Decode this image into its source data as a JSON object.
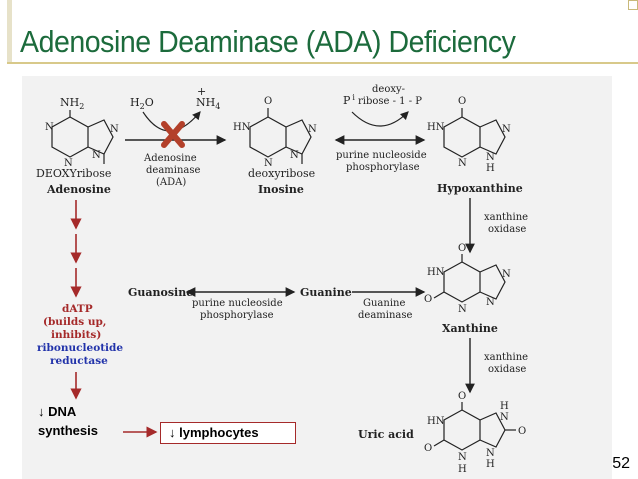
{
  "slide": {
    "title": "Adenosine Deaminase (ADA) Deficiency",
    "page_number": "52"
  },
  "colors": {
    "title": "#1c6b3c",
    "block_x": "#b3402a",
    "red_pathway": "#a52a2a",
    "enzyme_blue": "#2233aa"
  },
  "diagram": {
    "adenosine": {
      "label": "Adenosine",
      "sugar": "DEOXYribose",
      "group": "NH",
      "group_sub": "2"
    },
    "reaction1": {
      "water": "H",
      "water_sub": "2",
      "water_o": "O",
      "ammonia_plus": "+",
      "ammonia": "NH",
      "ammonia_sub": "4",
      "enzyme": [
        "Adenosine",
        "deaminase",
        "(ADA)"
      ],
      "block_symbol": "X"
    },
    "inosine": {
      "label": "Inosine",
      "sugar": "deoxyribose"
    },
    "reaction2": {
      "pi": "P",
      "pi_sup": "i",
      "product": [
        "deoxy-",
        "ribose - 1 - P"
      ],
      "enzyme": [
        "purine nucleoside",
        "phosphorylase"
      ]
    },
    "hypoxanthine": {
      "label": "Hypoxanthine"
    },
    "reaction3": {
      "enzyme": [
        "xanthine",
        "oxidase"
      ]
    },
    "xanthine": {
      "label": "Xanthine"
    },
    "guanine": {
      "label": "Guanine",
      "enzyme": [
        "Guanine",
        "deaminase"
      ]
    },
    "guanosine": {
      "label": "Guanosine",
      "enzyme": [
        "purine nucleoside",
        "phosphorylase"
      ]
    },
    "reaction4": {
      "enzyme": [
        "xanthine",
        "oxidase"
      ]
    },
    "uric_acid": {
      "label": "Uric acid"
    },
    "datp": {
      "label": "dATP",
      "note": [
        "(builds up,",
        "inhibits)"
      ],
      "enzyme": [
        "ribonucleotide",
        "reductase"
      ]
    },
    "atoms": {
      "N": "N",
      "H": "H",
      "O": "O"
    }
  },
  "outcomes": {
    "arrow_glyph": "↓",
    "dna": [
      "DNA",
      "synthesis"
    ],
    "lymphocytes": "lymphocytes"
  }
}
